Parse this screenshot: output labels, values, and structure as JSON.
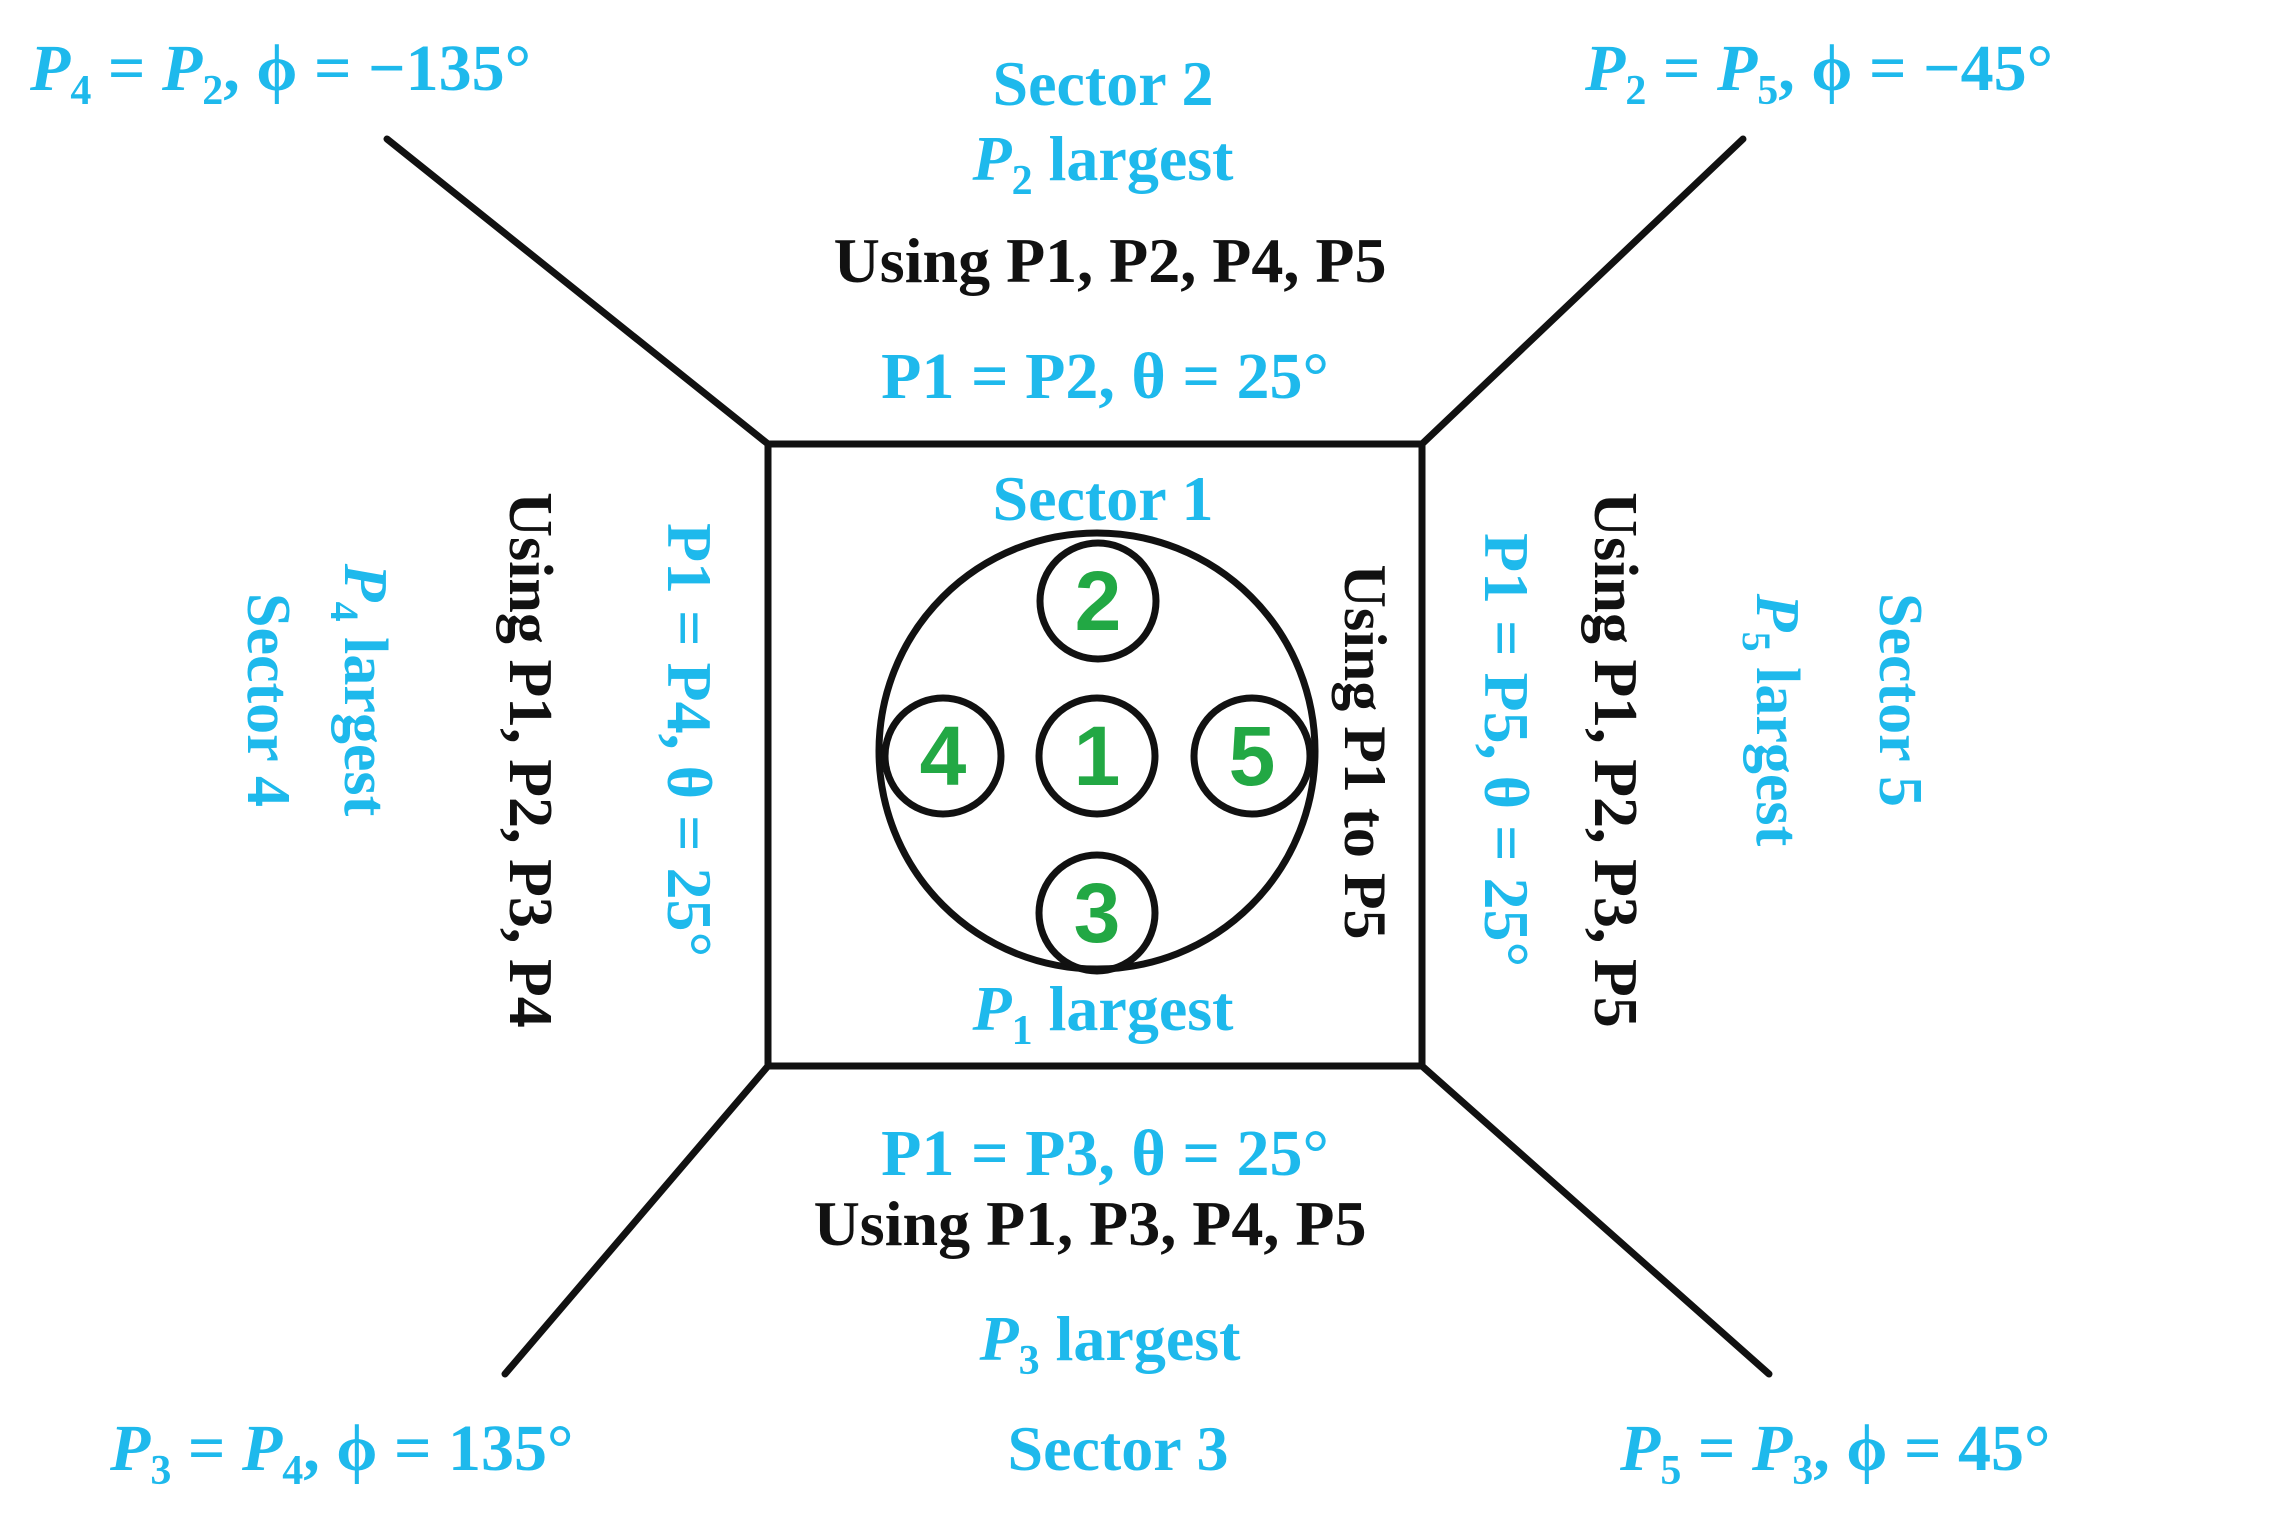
{
  "colors": {
    "accent": "#1EB9EC",
    "text": "#111111",
    "port": "#22A844",
    "line": "#111111"
  },
  "corners": {
    "top_left": {
      "eq_left": "P",
      "eq_left_sub": "4",
      "eq_mid": "P",
      "eq_mid_sub": "2",
      "angle": "ϕ = −135°"
    },
    "top_right": {
      "eq_left": "P",
      "eq_left_sub": "2",
      "eq_mid": "P",
      "eq_mid_sub": "5",
      "angle": "ϕ = −45°"
    },
    "bottom_left": {
      "eq_left": "P",
      "eq_left_sub": "3",
      "eq_mid": "P",
      "eq_mid_sub": "4",
      "angle": "ϕ = 135°"
    },
    "bottom_right": {
      "eq_left": "P",
      "eq_left_sub": "5",
      "eq_mid": "P",
      "eq_mid_sub": "3",
      "angle": "ϕ = 45°"
    }
  },
  "sectors": {
    "s1": {
      "title": "Sector 1",
      "largest": "largest",
      "largest_sub": "1",
      "using": "Using P1 to P5"
    },
    "s2": {
      "title": "Sector 2",
      "largest": "largest",
      "largest_sub": "2",
      "using": "Using P1, P2, P4, P5",
      "boundary": "P1 = P2, θ = 25°"
    },
    "s3": {
      "title": "Sector 3",
      "largest": "largest",
      "largest_sub": "3",
      "using": "Using P1, P3, P4, P5",
      "boundary": "P1 = P3, θ = 25°"
    },
    "s4": {
      "title": "Sector 4",
      "largest": "largest",
      "largest_sub": "4",
      "using": "Using P1, P2, P3, P4",
      "boundary": "P1 = P4, θ = 25°"
    },
    "s5": {
      "title": "Sector 5",
      "largest": "largest",
      "largest_sub": "5",
      "using": "Using P1, P2, P3, P5",
      "boundary": "P1 = P5, θ = 25°"
    }
  },
  "ports": [
    "1",
    "2",
    "3",
    "4",
    "5"
  ]
}
